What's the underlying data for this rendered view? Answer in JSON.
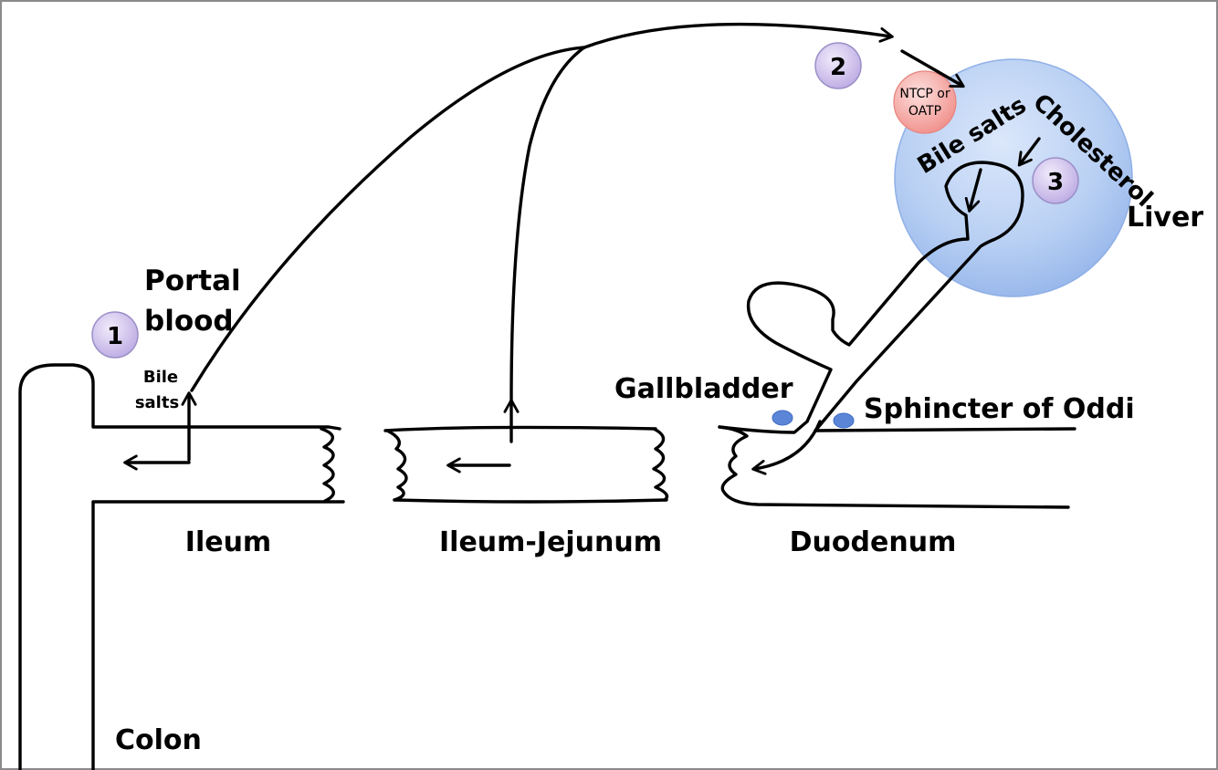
{
  "labels": {
    "portal_blood_line1": "Portal",
    "portal_blood_line2": "blood",
    "bile_salts_small_line1": "Bile",
    "bile_salts_small_line2": "salts",
    "ileum": "Ileum",
    "ileum_jejunum": "Ileum-Jejunum",
    "duodenum": "Duodenum",
    "gallbladder": "Gallbladder",
    "sphincter": "Sphincter of Oddi",
    "colon": "Colon",
    "liver": "Liver",
    "bile_salts_liver": "Bile salts",
    "cholesterol": "Cholesterol",
    "transporter_line1": "NTCP or",
    "transporter_line2": "OATP"
  },
  "steps": {
    "step1": "1",
    "step2": "2",
    "step3": "3"
  },
  "colors": {
    "liver_fill": "#a9c4ee",
    "transporter_fill": "#f3a4a0",
    "step_fill": "#c9b9ea",
    "sphincter_dot": "#5b86d8",
    "frame": "#8a8a8a"
  }
}
